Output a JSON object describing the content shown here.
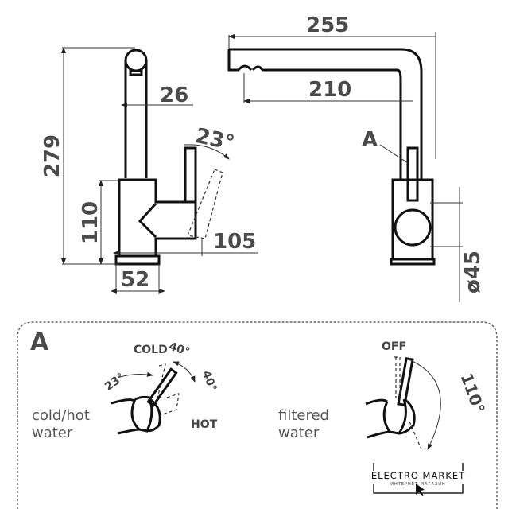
{
  "side_view": {
    "height_total": "279",
    "spout_diameter": "26",
    "body_height": "110",
    "lever_reach": "105",
    "base_width": "52",
    "lever_angle": "23°"
  },
  "front_view": {
    "spout_length_total": "255",
    "spout_reach": "210",
    "detail_marker": "A",
    "body_diameter": "ø45"
  },
  "detail_a": {
    "title": "A",
    "mixer": {
      "label_line1": "cold/hot",
      "label_line2": "water",
      "cold": "COLD",
      "hot": "HOT",
      "tilt_angle": "23°",
      "cold_angle": "40°",
      "hot_angle": "40°"
    },
    "filter": {
      "label_line1": "filtered",
      "label_line2": "water",
      "off": "OFF",
      "rotation_angle": "110°"
    }
  },
  "watermark": {
    "text": "ELECTRO MARKET",
    "subtext": "ИНТЕРНЕТ-МАГАЗИН"
  }
}
